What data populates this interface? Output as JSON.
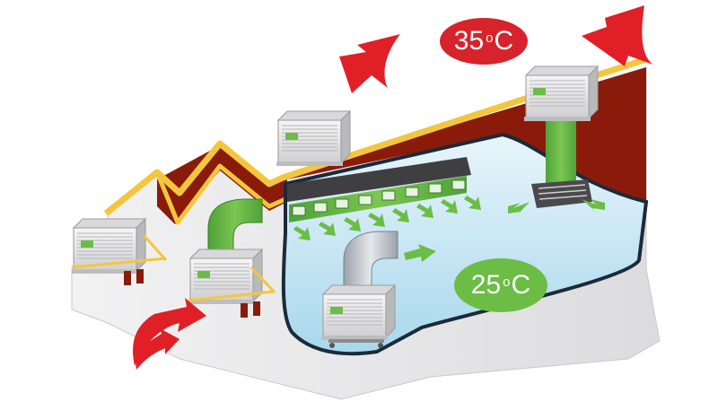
{
  "outside_temperature": {
    "value": "35",
    "degree": "o",
    "unit": "C"
  },
  "inside_temperature": {
    "value": "25",
    "degree": "o",
    "unit": "C"
  },
  "colors": {
    "hot": "#d7232b",
    "cool": "#6bbd45",
    "roof": "#8a1b0b",
    "roof_edge": "#f4c63d",
    "wall": "#e9e9ea",
    "floor": "#bfe3f1",
    "duct": "#6bbd45",
    "airflow": "#6bbd45",
    "hot_air": "#e02026"
  },
  "icons": [
    "evaporative-air-cooler",
    "hot-air-arrow",
    "cool-air-arrow",
    "air-duct"
  ]
}
